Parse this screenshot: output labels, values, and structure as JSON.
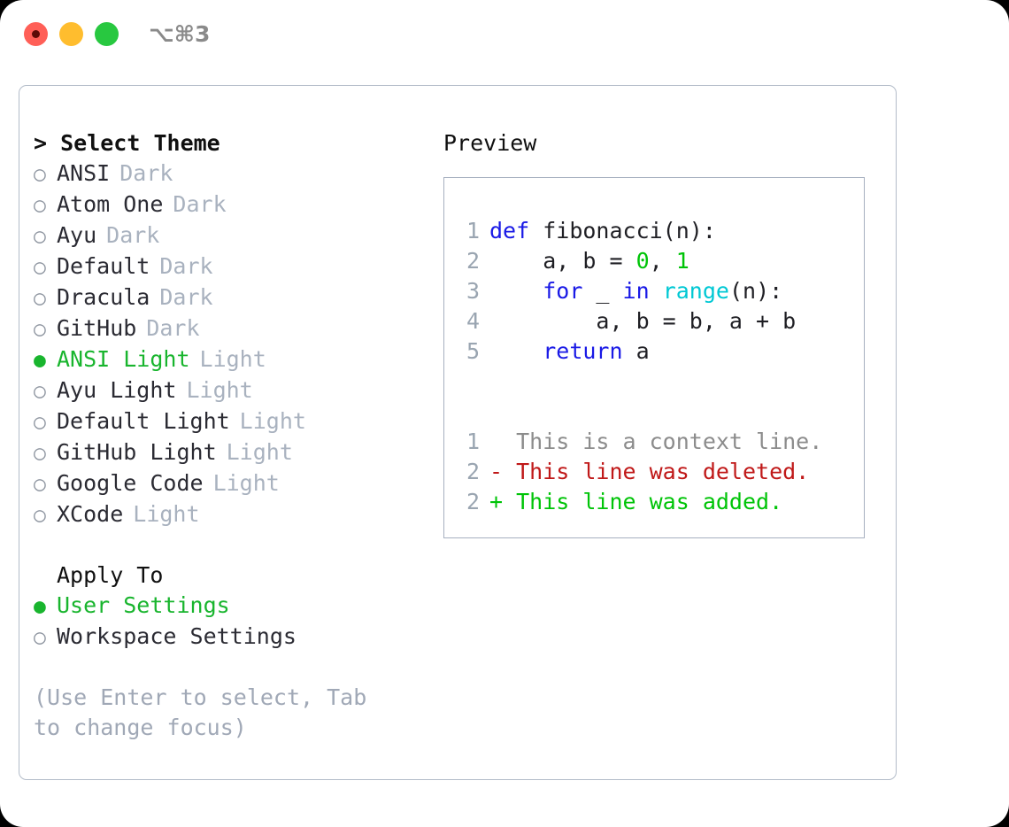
{
  "window": {
    "traffic_lights": [
      {
        "name": "close",
        "color": "#ff5f57"
      },
      {
        "name": "minimize",
        "color": "#ffbd2e"
      },
      {
        "name": "zoom",
        "color": "#28c840"
      }
    ],
    "shortcut_label": "⌥⌘3"
  },
  "theme_panel": {
    "header": "> Select Theme",
    "selected_index": 6,
    "bullet_unselected": "○",
    "bullet_selected": "●",
    "items": [
      {
        "name": "ANSI",
        "tag": "Dark",
        "selected": false
      },
      {
        "name": "Atom One",
        "tag": "Dark",
        "selected": false
      },
      {
        "name": "Ayu",
        "tag": "Dark",
        "selected": false
      },
      {
        "name": "Default",
        "tag": "Dark",
        "selected": false
      },
      {
        "name": "Dracula",
        "tag": "Dark",
        "selected": false
      },
      {
        "name": "GitHub",
        "tag": "Dark",
        "selected": false
      },
      {
        "name": "ANSI Light",
        "tag": "Light",
        "selected": true
      },
      {
        "name": "Ayu Light",
        "tag": "Light",
        "selected": false
      },
      {
        "name": "Default Light",
        "tag": "Light",
        "selected": false
      },
      {
        "name": "GitHub Light",
        "tag": "Light",
        "selected": false
      },
      {
        "name": "Google Code",
        "tag": "Light",
        "selected": false
      },
      {
        "name": "XCode",
        "tag": "Light",
        "selected": false
      }
    ]
  },
  "apply_to": {
    "label": "Apply To",
    "options": [
      {
        "name": "User Settings",
        "selected": true
      },
      {
        "name": "Workspace Settings",
        "selected": false
      }
    ]
  },
  "hint": "(Use Enter to select, Tab to change focus)",
  "preview": {
    "header": "Preview",
    "code_lines": [
      {
        "no": "1",
        "tokens": [
          {
            "t": "def ",
            "c": "kw"
          },
          {
            "t": "fibonacci(n):",
            "c": "plain"
          }
        ]
      },
      {
        "no": "2",
        "tokens": [
          {
            "t": "    a, b = ",
            "c": "plain"
          },
          {
            "t": "0",
            "c": "num"
          },
          {
            "t": ", ",
            "c": "plain"
          },
          {
            "t": "1",
            "c": "num"
          }
        ]
      },
      {
        "no": "3",
        "tokens": [
          {
            "t": "    ",
            "c": "plain"
          },
          {
            "t": "for",
            "c": "kw"
          },
          {
            "t": " _ ",
            "c": "plain"
          },
          {
            "t": "in",
            "c": "kw"
          },
          {
            "t": " ",
            "c": "plain"
          },
          {
            "t": "range",
            "c": "builtin"
          },
          {
            "t": "(n):",
            "c": "plain"
          }
        ]
      },
      {
        "no": "4",
        "tokens": [
          {
            "t": "        a, b = b, a + b",
            "c": "plain"
          }
        ]
      },
      {
        "no": "5",
        "tokens": [
          {
            "t": "    ",
            "c": "plain"
          },
          {
            "t": "return",
            "c": "kw"
          },
          {
            "t": " a",
            "c": "plain"
          }
        ]
      }
    ],
    "diff_lines": [
      {
        "no": "1",
        "marker": "  ",
        "text": "This is a context line.",
        "kind": "ctx"
      },
      {
        "no": "2",
        "marker": "- ",
        "text": "This line was deleted.",
        "kind": "del"
      },
      {
        "no": "2",
        "marker": "+ ",
        "text": "This line was added.",
        "kind": "add"
      }
    ]
  },
  "colors": {
    "accent_green": "#19b52e",
    "muted": "#a9b2bf",
    "border": "#b3bcc9",
    "keyword": "#1a1ae6",
    "number": "#00c408",
    "builtin": "#00c8d4",
    "diff_delete": "#c01919",
    "diff_add": "#00c408",
    "diff_context": "#8c8c8c"
  }
}
